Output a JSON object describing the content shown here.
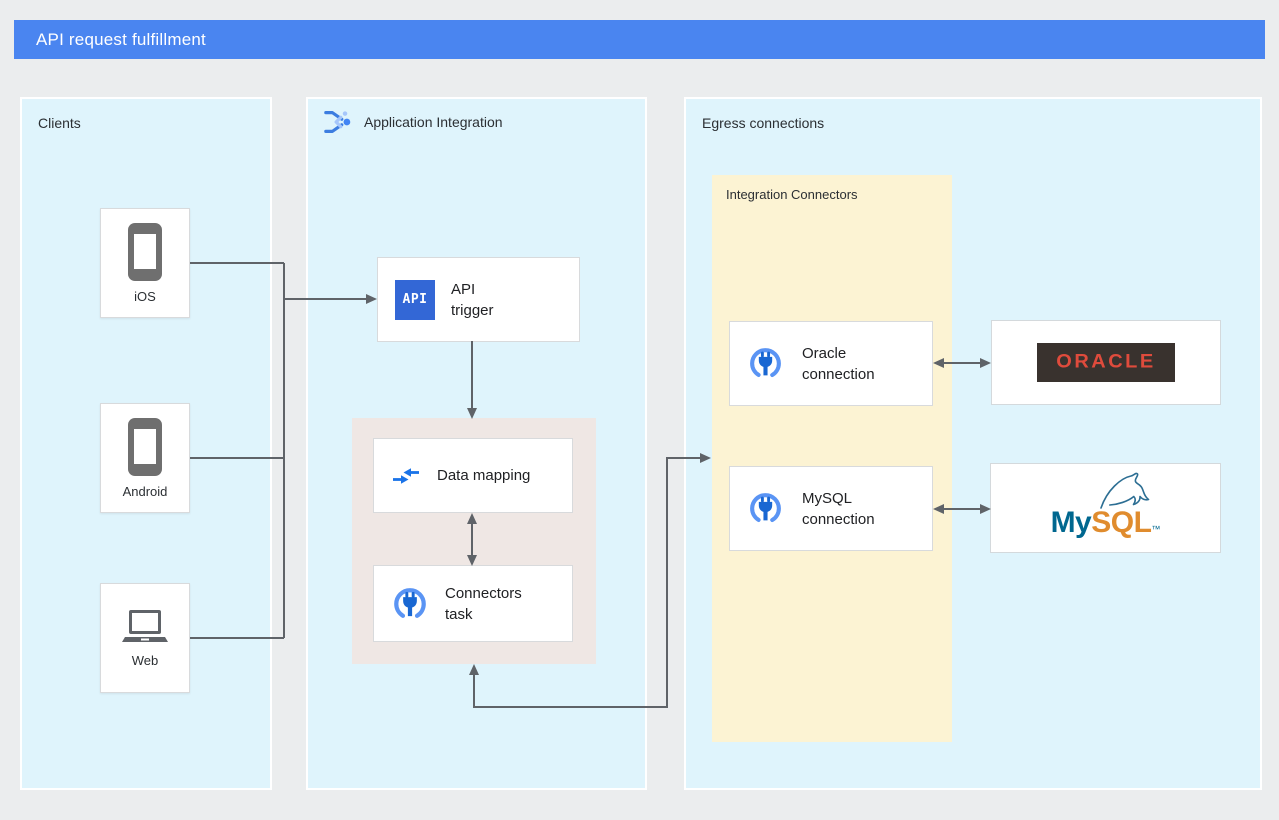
{
  "title_bar": {
    "label": "API request fulfillment"
  },
  "clients_panel": {
    "label": "Clients",
    "ios_label": "iOS",
    "android_label": "Android",
    "web_label": "Web"
  },
  "integration_panel": {
    "label": "Application Integration",
    "api_trigger": {
      "icon_text": "API",
      "label": "API\ntrigger"
    },
    "data_mapping_label": "Data mapping",
    "connectors_task_label": "Connectors\ntask"
  },
  "egress_panel": {
    "label": "Egress connections",
    "group_label": "Integration Connectors",
    "oracle_connection_label": "Oracle\nconnection",
    "mysql_connection_label": "MySQL\nconnection",
    "oracle_logo_text": "ORACLE",
    "mysql_logo": {
      "my": "My",
      "sql": "SQL",
      "tm": "™"
    }
  },
  "colors": {
    "title_bar": "#4A85F0",
    "panel_blue": "#DFF4FC",
    "group_yellow": "#FCF3D3",
    "container_gray": "#EFE7E4",
    "connector_gray": "#5F6368",
    "oracle_red": "#DF4B3C",
    "oracle_dark": "#39322E",
    "mysql_teal": "#00678F",
    "mysql_orange": "#E08C2E",
    "icon_blue": "#4285F4",
    "api_blue": "#3367D6"
  }
}
